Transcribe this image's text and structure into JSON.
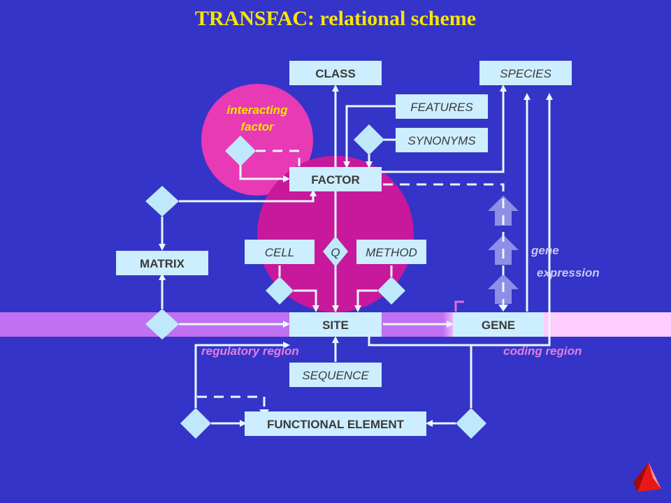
{
  "title": "TRANSFAC: relational scheme",
  "entities": {
    "class": "CLASS",
    "species": "SPECIES",
    "features": "FEATURES",
    "synonyms": "SYNONYMS",
    "factor": "FACTOR",
    "matrix": "MATRIX",
    "cell": "CELL",
    "q": "Q",
    "method": "METHOD",
    "site": "SITE",
    "gene": "GENE",
    "sequence": "SEQUENCE",
    "functional_element": "FUNCTIONAL ELEMENT"
  },
  "labels": {
    "interacting_line1": "interacting",
    "interacting_line2": "factor",
    "gene_expr_line1": "gene",
    "gene_expr_line2": "expression",
    "regulatory_region": "regulatory region",
    "coding_region": "coding region"
  },
  "colors": {
    "background": "#3434c8",
    "title": "#f5e600",
    "box_fill": "#cdeefe",
    "connector": "#e8f8fe",
    "interacting_circle": "#e83ab4",
    "factor_circle": "#c8189c",
    "regulatory_band": "#c070f0",
    "coding_band": "#ffccff",
    "label_light": "#c8c8f0",
    "label_pink": "#e080e0"
  }
}
